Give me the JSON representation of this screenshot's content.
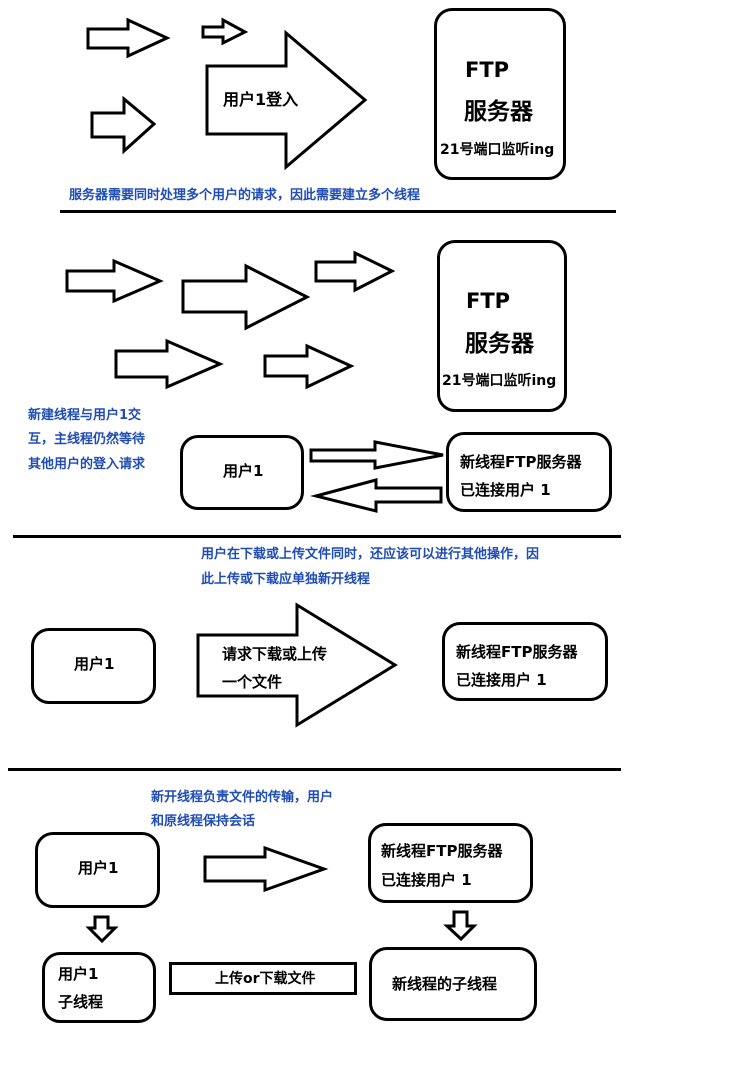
{
  "section1": {
    "login_arrow_label": "用户1登入",
    "server": {
      "line1": "FTP",
      "line2": "服务器",
      "line3": "21号端口监听ing"
    },
    "note": "服务器需要同时处理多个用户的请求，因此需要建立多个线程"
  },
  "section2": {
    "server": {
      "line1": "FTP",
      "line2": "服务器",
      "line3": "21号端口监听ing"
    },
    "note": [
      "新建线程与用户1交",
      "互，主线程仍然等待",
      "其他用户的登入请求"
    ],
    "user_box": "用户1",
    "thread_box": [
      "新线程FTP服务器",
      "已连接用户 1"
    ]
  },
  "section3": {
    "note": [
      "用户在下载或上传文件同时，还应该可以进行其他操作，因",
      "此上传或下载应单独新开线程"
    ],
    "user_box": "用户1",
    "request_arrow": [
      "请求下载或上传",
      "一个文件"
    ],
    "thread_box": [
      "新线程FTP服务器",
      "已连接用户 1"
    ]
  },
  "section4": {
    "note": [
      "新开线程负责文件的传输，用户",
      "和原线程保持会话"
    ],
    "user_box": "用户1",
    "thread_box": [
      "新线程FTP服务器",
      "已连接用户 1"
    ],
    "user_child": [
      "用户1",
      "子线程"
    ],
    "transfer_label": "上传or下载文件",
    "thread_child": "新线程的子线程"
  }
}
